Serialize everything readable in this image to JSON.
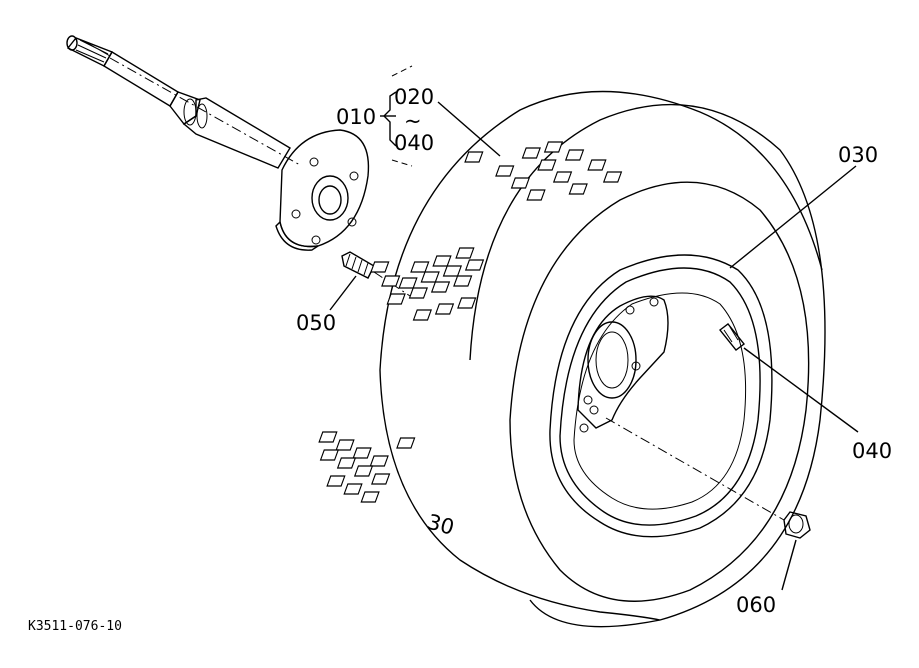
{
  "labels": {
    "p010": "010",
    "p020": "020",
    "tilde": "~",
    "p040_top": "040",
    "p030": "030",
    "p050": "050",
    "p040_right": "040",
    "p060": "060",
    "tire_mark": "30"
  },
  "drawing_code": "K3511-076-10"
}
